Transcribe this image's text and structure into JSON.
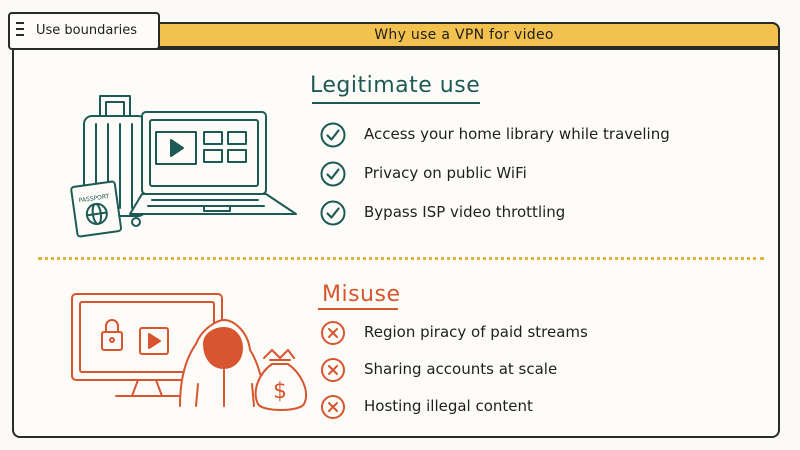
{
  "tab": {
    "label": "Use boundaries"
  },
  "banner": {
    "title": "Why use a VPN for video"
  },
  "legitimate": {
    "title": "Legitimate use",
    "items": [
      {
        "label": "Access your home library while traveling",
        "icon": "check-circle-icon"
      },
      {
        "label": "Privacy on public WiFi",
        "icon": "check-circle-icon"
      },
      {
        "label": "Bypass ISP video throttling",
        "icon": "check-circle-icon"
      }
    ]
  },
  "misuse": {
    "title": "Misuse",
    "items": [
      {
        "label": "Region piracy of paid streams",
        "icon": "x-circle-icon"
      },
      {
        "label": "Sharing accounts at scale",
        "icon": "x-circle-icon"
      },
      {
        "label": "Hosting illegal content",
        "icon": "x-circle-icon"
      }
    ]
  },
  "illustrations": {
    "passport_text": "PASSPORT",
    "money_symbol": "$"
  },
  "colors": {
    "legit": "#1e5a55",
    "misuse": "#d8552f",
    "banner": "#f2c14e",
    "divider": "#e0b33a"
  }
}
